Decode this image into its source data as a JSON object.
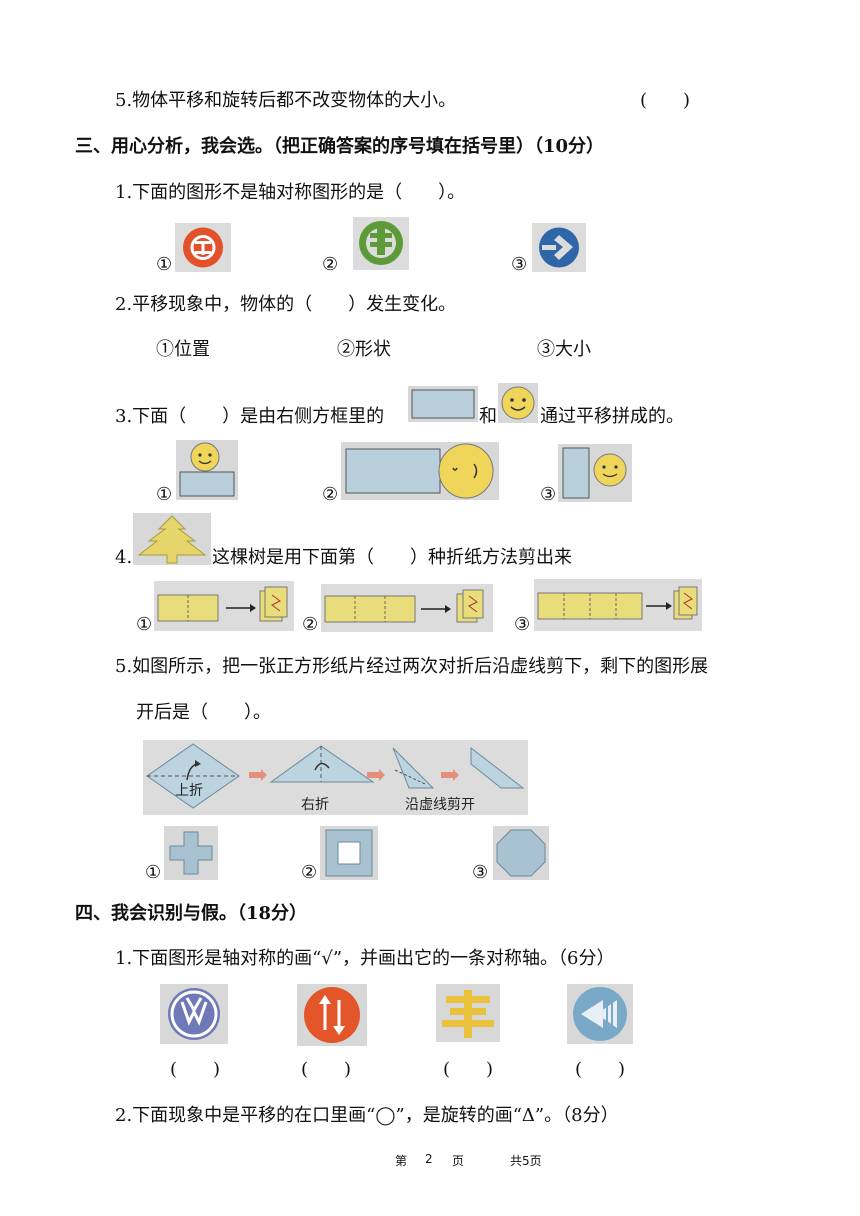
{
  "section2_q5": {
    "text": "5.物体平移和旋转后都不改变物体的大小。",
    "paren": "(　　)"
  },
  "section3": {
    "heading": "三、用心分析，我会选。（把正确答案的序号填在括号里）（10分）",
    "q1": {
      "text": "1.下面的图形不是轴对称图形的是（　　）。",
      "options": [
        "①",
        "②",
        "③"
      ],
      "icons": [
        "icbc-logo-icon",
        "abc-logo-icon",
        "ccb-logo-icon"
      ]
    },
    "q2": {
      "text": "2.平移现象中，物体的（　　）发生变化。",
      "options": [
        "①位置",
        "②形状",
        "③大小"
      ]
    },
    "q3": {
      "text_a": "3.下面（　　）是由右侧方框里的",
      "text_b": "和",
      "text_c": "通过平移拼成的。",
      "options": [
        "①",
        "②",
        "③"
      ]
    },
    "q4": {
      "num": "4.",
      "text": "这棵树是用下面第（　　）种折纸方法剪出来",
      "options": [
        "①",
        "②",
        "③"
      ]
    },
    "q5": {
      "text": "5.如图所示，把一张正方形纸片经过两次对折后沿虚线剪下，剩下的图形展",
      "text2": "开后是（　　）。",
      "steps": [
        "上折",
        "右折",
        "沿虚线剪开"
      ],
      "options": [
        "①",
        "②",
        "③"
      ]
    }
  },
  "section4": {
    "heading": "四、我会识别与假。（18分）",
    "q1": {
      "text": "1.下面图形是轴对称的画“√”，并画出它的一条对称轴。（6分）",
      "icons": [
        "volkswagen-logo-icon",
        "two-way-arrows-sign-icon",
        "feng-character-icon",
        "rewind-sign-icon"
      ],
      "parens": [
        "(　　)",
        "(　　)",
        "(　　)",
        "(　　)"
      ]
    },
    "q2": {
      "text": "2.下面现象中是平移的在口里画“◯”，是旋转的画“Δ”。（8分）"
    }
  },
  "footer": {
    "page_label": "第",
    "page_num": "2",
    "page_unit": "页",
    "total": "共5页"
  },
  "colors": {
    "smile_yellow": "#efd65a",
    "paper_yellow": "#e9dc7a",
    "light_blue": "#b7cfdc",
    "grey_bg": "#d9d9d9"
  }
}
